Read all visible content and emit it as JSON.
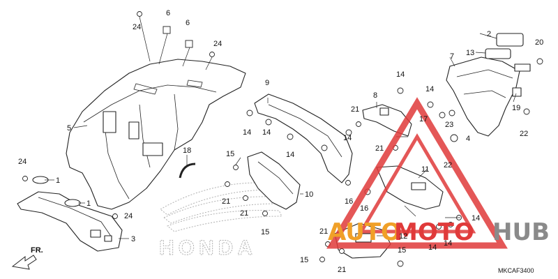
{
  "diagram": {
    "code": "MKCAF3400",
    "brand_mark": "HONDA",
    "direction_label": "FR.",
    "callouts": [
      {
        "id": "c24a",
        "text": "24"
      },
      {
        "id": "c6a",
        "text": "6"
      },
      {
        "id": "c6b",
        "text": "6"
      },
      {
        "id": "c24b",
        "text": "24"
      },
      {
        "id": "c5",
        "text": "5"
      },
      {
        "id": "c18",
        "text": "18"
      },
      {
        "id": "c24c",
        "text": "24"
      },
      {
        "id": "c1a",
        "text": "1"
      },
      {
        "id": "c1b",
        "text": "1"
      },
      {
        "id": "c24d",
        "text": "24"
      },
      {
        "id": "c3",
        "text": "3"
      },
      {
        "id": "c9",
        "text": "9"
      },
      {
        "id": "c14a",
        "text": "14"
      },
      {
        "id": "c14b",
        "text": "14"
      },
      {
        "id": "c14c",
        "text": "14"
      },
      {
        "id": "c15a",
        "text": "15"
      },
      {
        "id": "c21a",
        "text": "21"
      },
      {
        "id": "c21b",
        "text": "21"
      },
      {
        "id": "c15b",
        "text": "15"
      },
      {
        "id": "c10",
        "text": "10"
      },
      {
        "id": "c16a",
        "text": "16"
      },
      {
        "id": "c8",
        "text": "8"
      },
      {
        "id": "c14d",
        "text": "14"
      },
      {
        "id": "c21c",
        "text": "21"
      },
      {
        "id": "c14e",
        "text": "14"
      },
      {
        "id": "c14f",
        "text": "14"
      },
      {
        "id": "c17",
        "text": "17"
      },
      {
        "id": "c23",
        "text": "23"
      },
      {
        "id": "c4",
        "text": "4"
      },
      {
        "id": "c21d",
        "text": "21"
      },
      {
        "id": "c22a",
        "text": "22"
      },
      {
        "id": "c11",
        "text": "11"
      },
      {
        "id": "c16b",
        "text": "16"
      },
      {
        "id": "c14g",
        "text": "14"
      },
      {
        "id": "c2",
        "text": "2"
      },
      {
        "id": "c13",
        "text": "13"
      },
      {
        "id": "c20",
        "text": "20"
      },
      {
        "id": "c7",
        "text": "7"
      },
      {
        "id": "c19",
        "text": "19"
      },
      {
        "id": "c22b",
        "text": "22"
      },
      {
        "id": "c21e",
        "text": "21"
      },
      {
        "id": "c12",
        "text": "12"
      },
      {
        "id": "c15c",
        "text": "15"
      },
      {
        "id": "c15d",
        "text": "15"
      },
      {
        "id": "c21f",
        "text": "21"
      },
      {
        "id": "c14h",
        "text": "14"
      },
      {
        "id": "c14i",
        "text": "14"
      }
    ]
  },
  "watermark": {
    "text_a": "AUTO",
    "text_b": "MOTO",
    "text_c": "HUB",
    "color_red": "#e03a3a",
    "color_orange": "#f0a028",
    "color_gray": "#8a8a8a"
  }
}
